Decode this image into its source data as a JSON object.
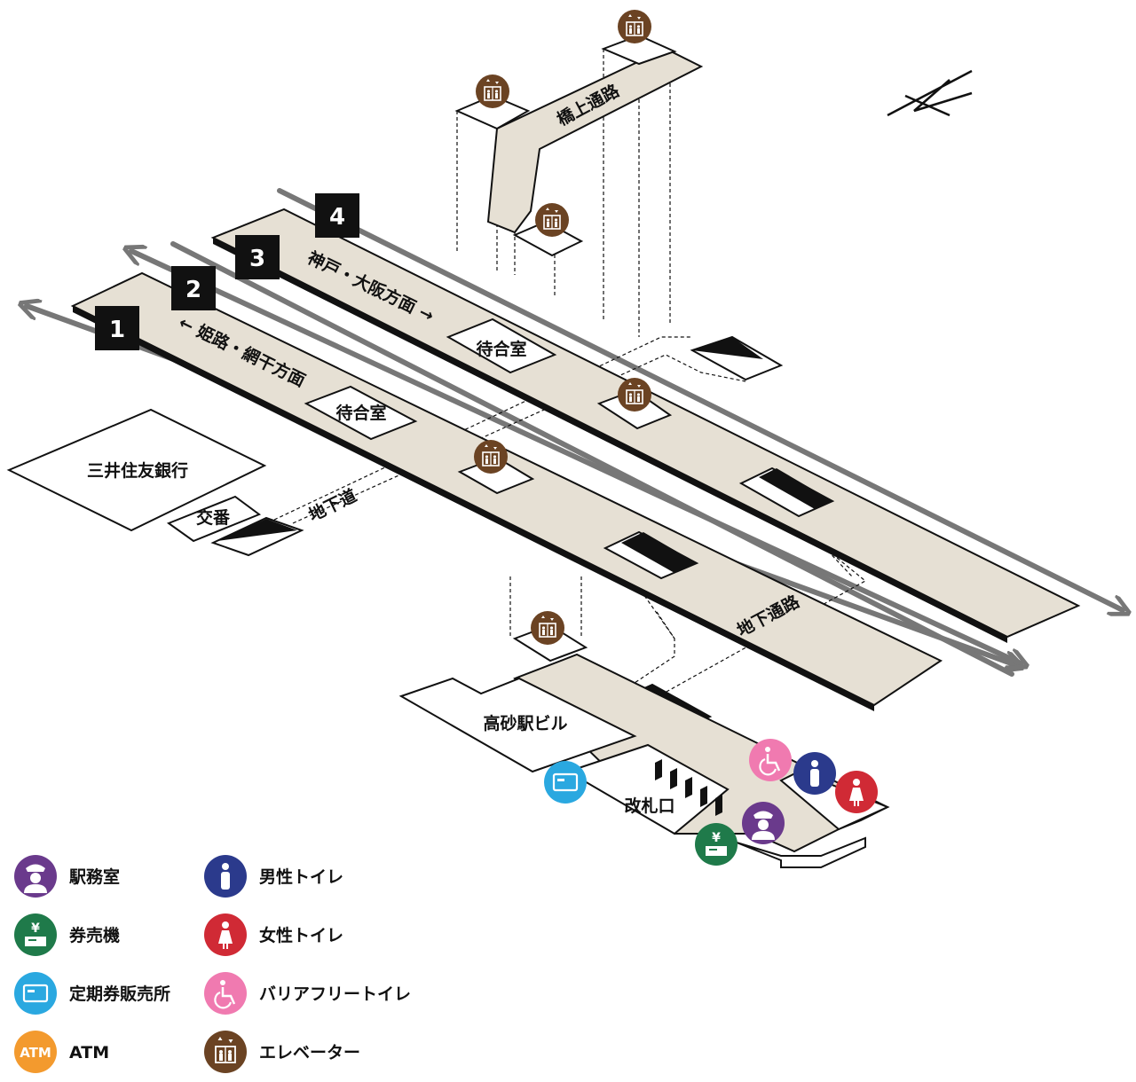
{
  "platforms": {
    "p1": "1",
    "p2": "2",
    "p3": "3",
    "p4": "4"
  },
  "directions": {
    "west": "← 姫路・網干方面",
    "east": "神戸・大阪方面 →"
  },
  "rooms": {
    "waiting_room_1": "待合室",
    "waiting_room_2": "待合室",
    "bank": "三井住友銀行",
    "koban": "交番",
    "underpass": "地下道",
    "underground_passage": "地下通路",
    "overpass": "橋上通路",
    "station_building": "高砂駅ビル",
    "ticket_gate": "改札口"
  },
  "legend": [
    {
      "icon": "station-office-icon",
      "label": "駅務室",
      "color": "#6a3a8c"
    },
    {
      "icon": "ticket-machine-icon",
      "label": "券売機",
      "color": "#1f7a4a"
    },
    {
      "icon": "commuter-pass-office-icon",
      "label": "定期券販売所",
      "color": "#2aa8e0"
    },
    {
      "icon": "atm-icon",
      "label": "ATM",
      "color": "#f39a2e"
    },
    {
      "icon": "mens-toilet-icon",
      "label": "男性トイレ",
      "color": "#2b3a8c"
    },
    {
      "icon": "womens-toilet-icon",
      "label": "女性トイレ",
      "color": "#d02a35"
    },
    {
      "icon": "accessible-toilet-icon",
      "label": "バリアフリートイレ",
      "color": "#f07ab0"
    },
    {
      "icon": "elevator-icon",
      "label": "エレベーター",
      "color": "#6b4323"
    }
  ],
  "atm_glyph": "ATM",
  "yen_glyph": "¥"
}
